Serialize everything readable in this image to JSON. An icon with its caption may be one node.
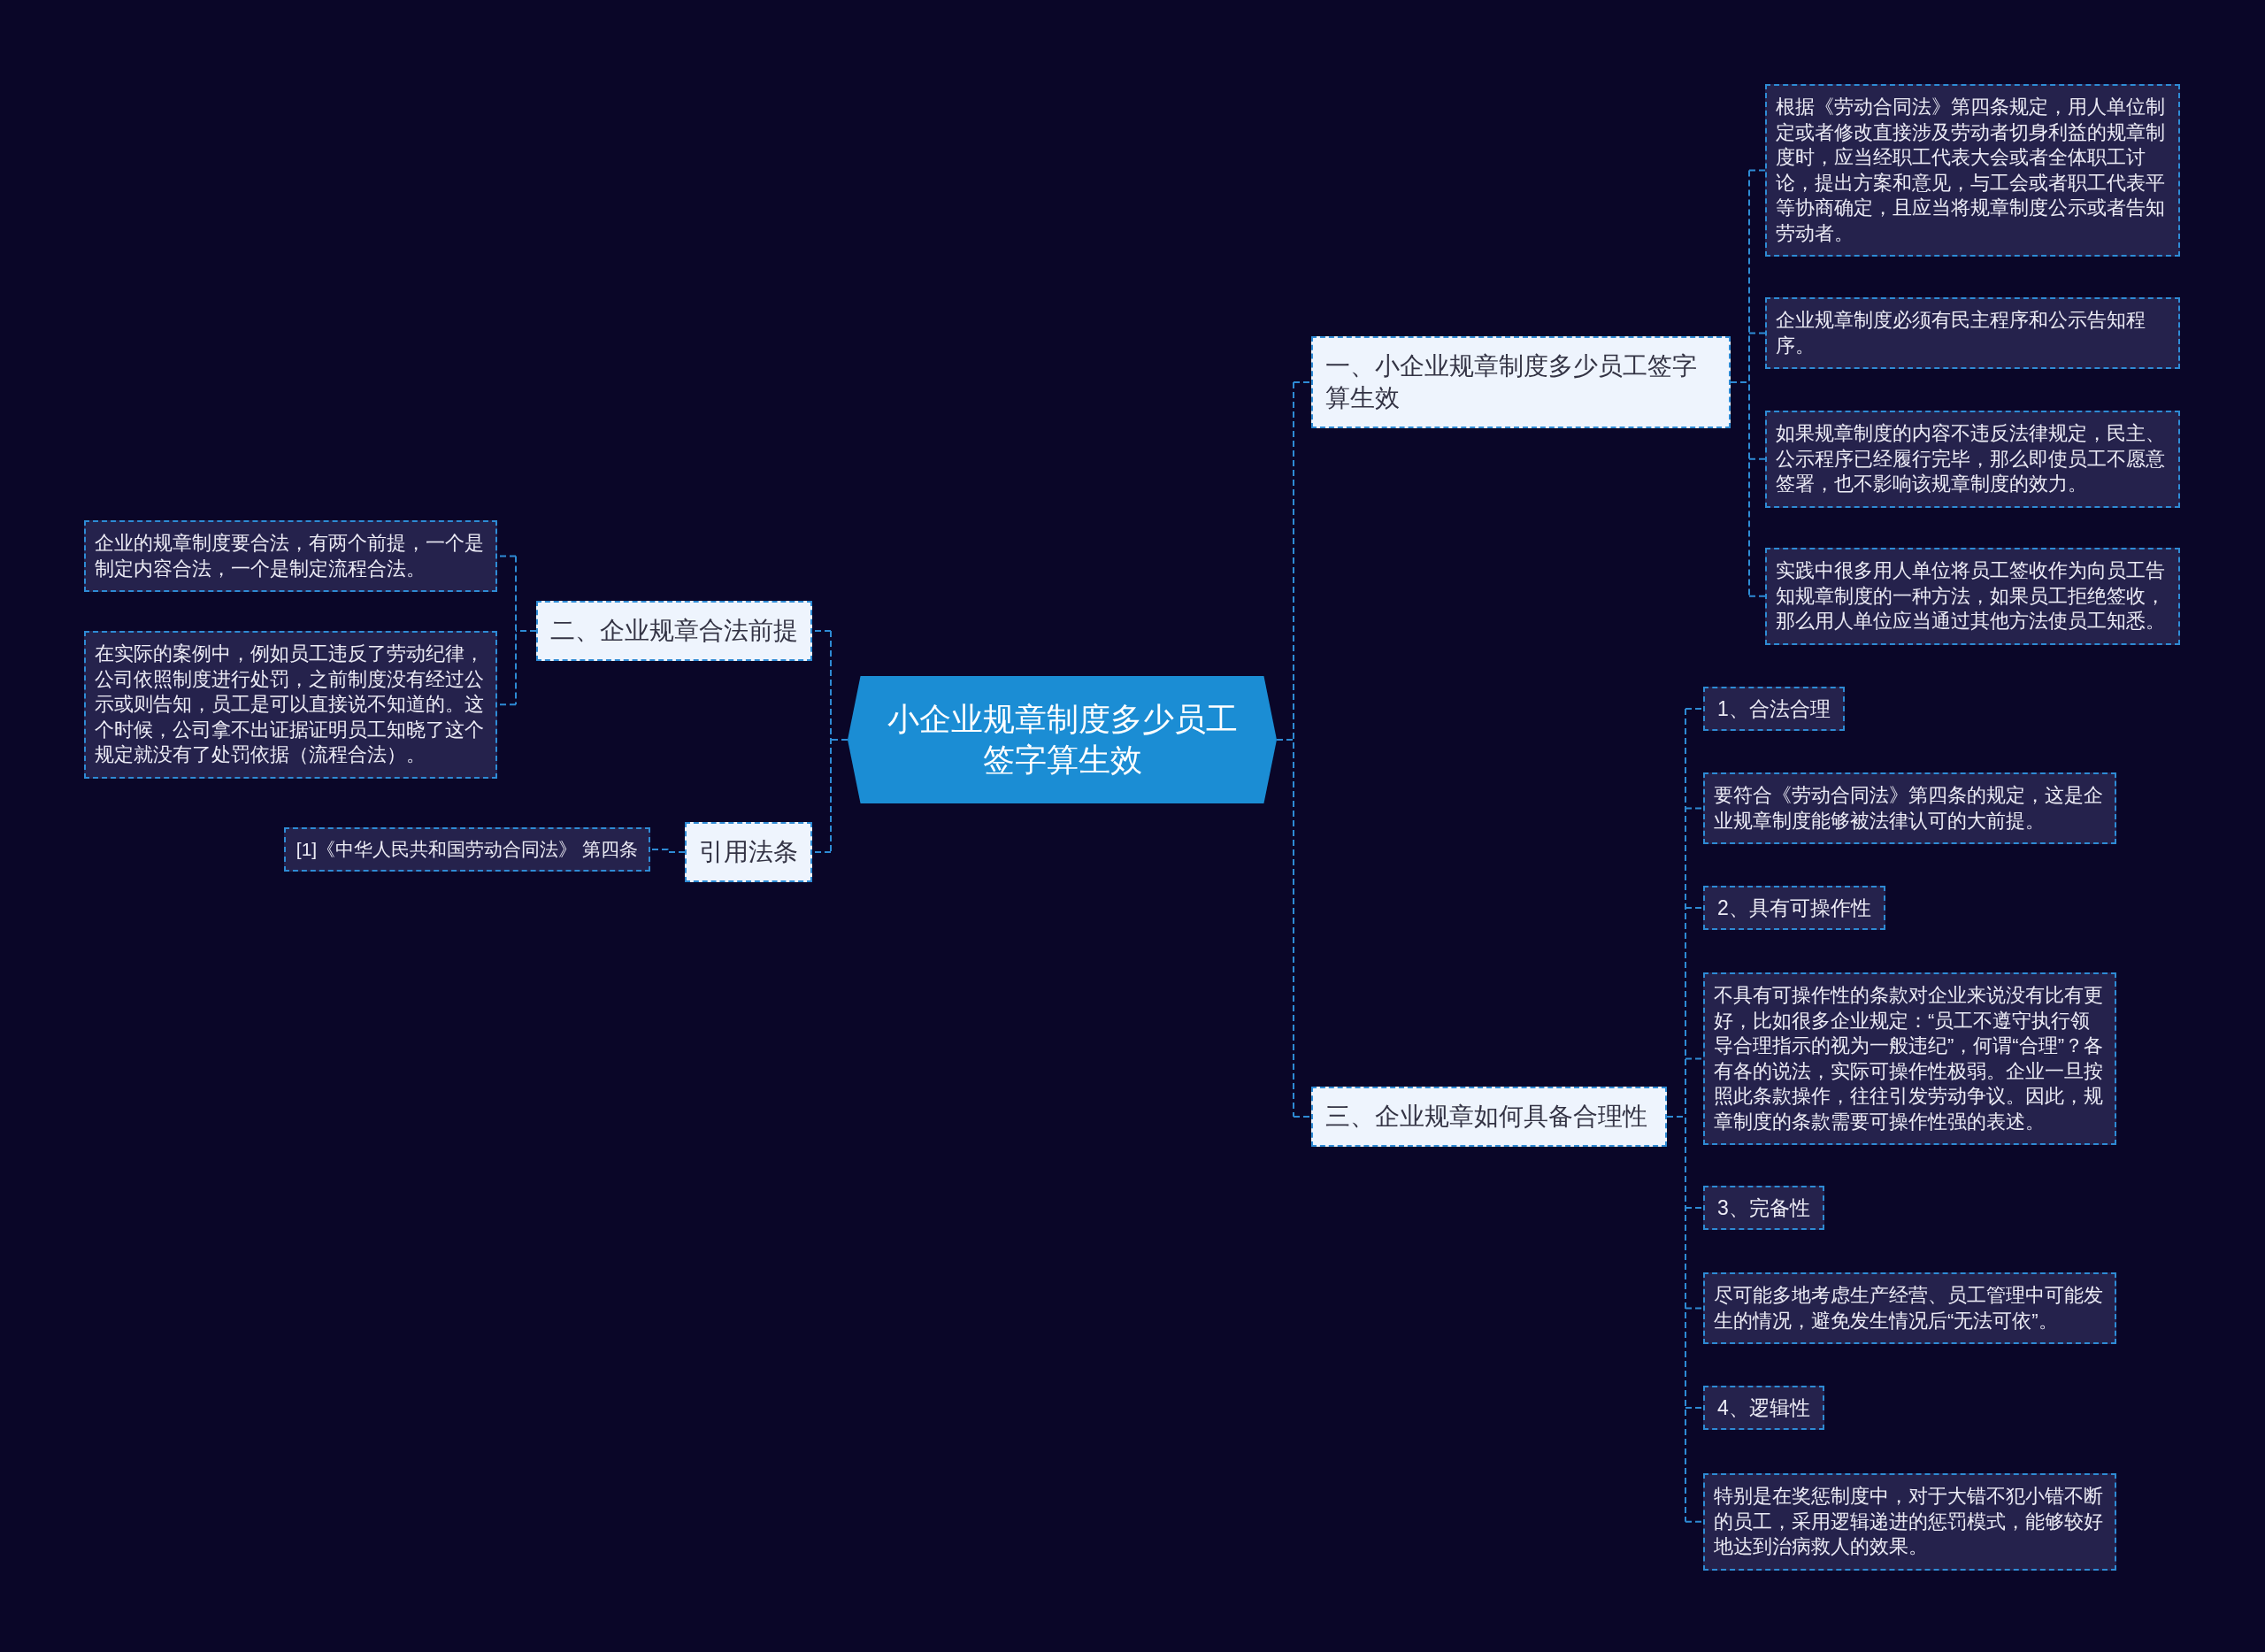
{
  "diagram": {
    "nodes": [
      {
        "text": [
          "小企业规章制度多少员工签字算生效"
        ]
      },
      {
        "text": [
          "一、小企业规章制度多少员工签字算生效"
        ]
      },
      {
        "text": [
          "根据《劳动合同法》第四条规定，用人单位制定或者修改直接涉及劳动者切身利益的规章制度时，应当经职工代表大会或者全体职工讨论，提出方案和意见，与工会或者职工代表平等协商确定，且应当将规章制度公示或者告知劳动者。"
        ]
      },
      {
        "text": [
          "企业规章制度必须有民主程序和公示告知程序。"
        ]
      },
      {
        "text": [
          "如果规章制度的内容不违反法律规定，民主、公示程序已经履行完毕，那么即使员工不愿意签署，也不影响该规章制度的效力。"
        ]
      },
      {
        "text": [
          "实践中很多用人单位将员工签收作为向员工告知规章制度的一种方法，如果员工拒绝签收，那么用人单位应当通过其他方法使员工知悉。"
        ]
      },
      {
        "text": [
          "三、企业规章如何具备合理性"
        ]
      },
      {
        "text": [
          "1、合法合理"
        ]
      },
      {
        "text": [
          "要符合《劳动合同法》第四条的规定，这是企业规章制度能够被法律认可的大前提。"
        ]
      },
      {
        "text": [
          "2、具有可操作性"
        ]
      },
      {
        "text": [
          "不具有可操作性的条款对企业来说没有比有更好，比如很多企业规定：“员工不遵守执行领导合理指示的视为一般违纪”，何谓“合理”？各有各的说法，实际可操作性极弱。企业一旦按照此条款操作，往往引发劳动争议。因此，规章制度的条款需要可操作性强的表述。"
        ]
      },
      {
        "text": [
          "3、完备性"
        ]
      },
      {
        "text": [
          "尽可能多地考虑生产经营、员工管理中可能发生的情况，避免发生情况后“无法可依”。"
        ]
      },
      {
        "text": [
          "4、逻辑性"
        ]
      },
      {
        "text": [
          "特别是在奖惩制度中，对于大错不犯小错不断的员工，采用逻辑递进的惩罚模式，能够较好地达到治病救人的效果。"
        ]
      },
      {
        "text": [
          "二、企业规章合法前提"
        ]
      },
      {
        "text": [
          "企业的规章制度要合法，有两个前提，一个是制定内容合法，一个是制定流程合法。"
        ]
      },
      {
        "text": [
          "在实际的案例中，例如员工违反了劳动纪律，公司依照制度进行处罚，之前制度没有经过公示或则告知，员工是可以直接说不知道的。这个时候，公司拿不出证据证明员工知晓了这个规定就没有了处罚依据（流程合法）。"
        ]
      },
      {
        "text": [
          "引用法条"
        ]
      },
      {
        "text": [
          "[1]《中华人民共和国劳动合同法》 第四条"
        ]
      }
    ],
    "edges": [
      {
        "from": 0,
        "to": 1,
        "arrow": "none",
        "style": "dashed"
      },
      {
        "from": 1,
        "to": 2,
        "arrow": "none",
        "style": "dashed"
      },
      {
        "from": 1,
        "to": 3,
        "arrow": "none",
        "style": "dashed"
      },
      {
        "from": 1,
        "to": 4,
        "arrow": "none",
        "style": "dashed"
      },
      {
        "from": 1,
        "to": 5,
        "arrow": "none",
        "style": "dashed"
      },
      {
        "from": 0,
        "to": 6,
        "arrow": "none",
        "style": "dashed"
      },
      {
        "from": 6,
        "to": 7,
        "arrow": "none",
        "style": "dashed"
      },
      {
        "from": 6,
        "to": 8,
        "arrow": "none",
        "style": "dashed"
      },
      {
        "from": 6,
        "to": 9,
        "arrow": "none",
        "style": "dashed"
      },
      {
        "from": 6,
        "to": 10,
        "arrow": "none",
        "style": "dashed"
      },
      {
        "from": 6,
        "to": 11,
        "arrow": "none",
        "style": "dashed"
      },
      {
        "from": 6,
        "to": 12,
        "arrow": "none",
        "style": "dashed"
      },
      {
        "from": 6,
        "to": 13,
        "arrow": "none",
        "style": "dashed"
      },
      {
        "from": 6,
        "to": 14,
        "arrow": "none",
        "style": "dashed"
      },
      {
        "from": 0,
        "to": 15,
        "arrow": "none",
        "style": "dashed"
      },
      {
        "from": 15,
        "to": 16,
        "arrow": "none",
        "style": "dashed"
      },
      {
        "from": 15,
        "to": 17,
        "arrow": "none",
        "style": "dashed"
      },
      {
        "from": 0,
        "to": 18,
        "arrow": "none",
        "style": "dashed"
      },
      {
        "from": 18,
        "to": 19,
        "arrow": "none",
        "style": "dashed"
      }
    ]
  }
}
